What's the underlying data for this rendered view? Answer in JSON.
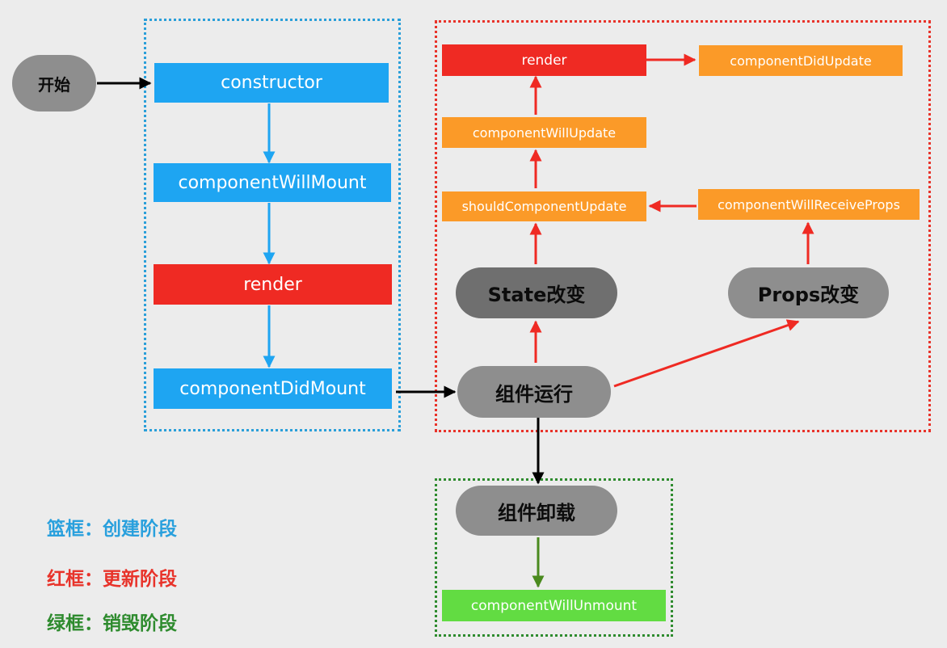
{
  "colors": {
    "create_phase": "#2a9fd9",
    "update_phase": "#e8332a",
    "destroy_phase": "#2e8b2e",
    "render": "#ef2a23",
    "update_hook": "#fb9a28",
    "unmount_hook": "#62dc42",
    "pill": "#8e8e8e"
  },
  "nodes": {
    "start": "开始",
    "constructor": "constructor",
    "component_will_mount": "componentWillMount",
    "render_mount": "render",
    "component_did_mount": "componentDidMount",
    "component_running": "组件运行",
    "state_change": "State改变",
    "props_change": "Props改变",
    "component_will_receive_props": "componentWillReceiveProps",
    "should_component_update": "shouldComponentUpdate",
    "component_will_update": "componentWillUpdate",
    "render_update": "render",
    "component_did_update": "componentDidUpdate",
    "component_unmount": "组件卸载",
    "component_will_unmount": "componentWillUnmount"
  },
  "legend": {
    "blue": "篮框：创建阶段",
    "red": "红框：更新阶段",
    "green": "绿框：销毁阶段"
  }
}
